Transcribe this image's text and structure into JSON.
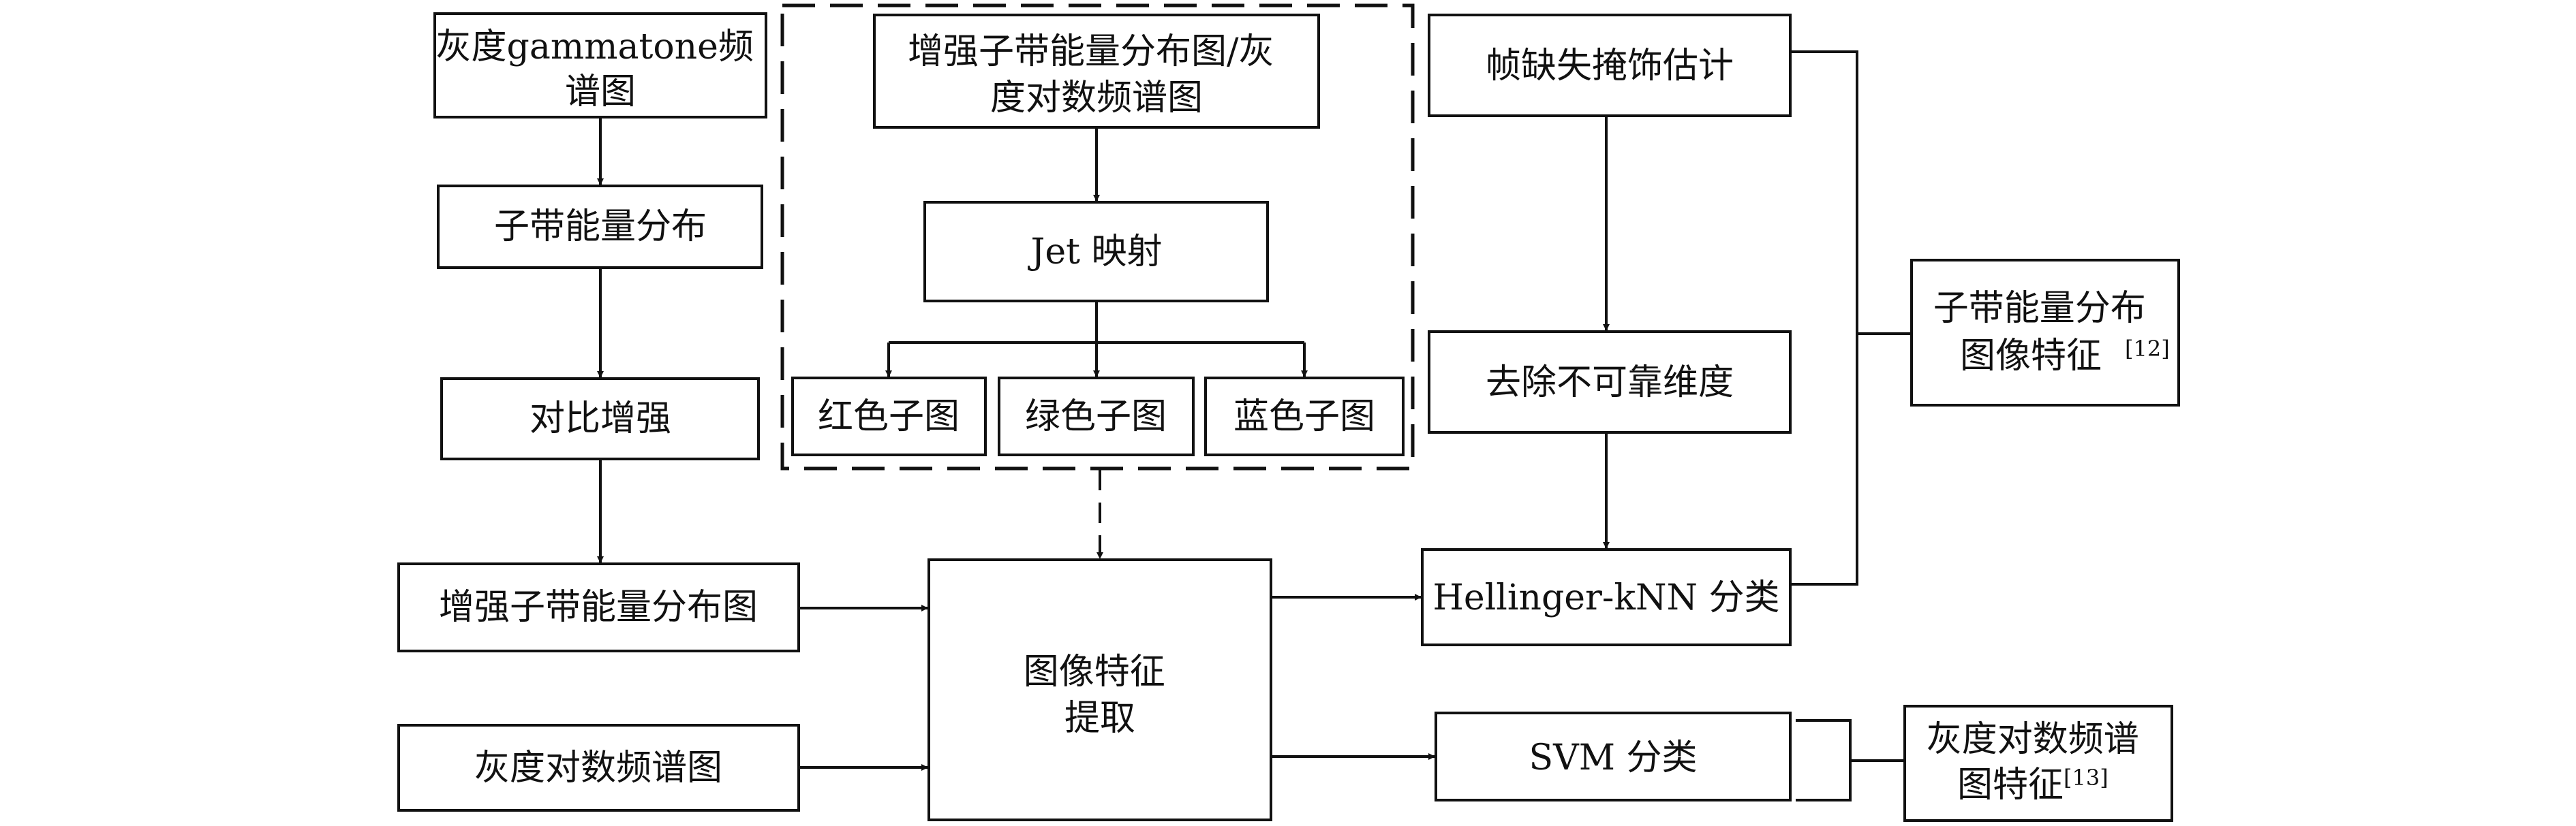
{
  "nodes": {
    "gray_gammatone": [
      "灰度gammatone频",
      "谱图"
    ],
    "subband_energy": [
      "子带能量分布"
    ],
    "contrast_enhance": [
      "对比增强"
    ],
    "enhanced_dist_map": [
      "增强子带能量分布图"
    ],
    "gray_log_spec": [
      "灰度对数频谱图"
    ],
    "enh_or_log": [
      "增强子带能量分布图/灰",
      "度对数频谱图"
    ],
    "jet_map": [
      "Jet 映射"
    ],
    "red_sub": [
      "红色子图"
    ],
    "green_sub": [
      "绿色子图"
    ],
    "blue_sub": [
      "蓝色子图"
    ],
    "img_feature_extract": [
      "图像特征",
      "提取"
    ],
    "frame_mask_est": [
      "帧缺失掩饰估计"
    ],
    "remove_unreliable": [
      "去除不可靠维度"
    ],
    "hellinger_knn": [
      "Hellinger-kNN 分类"
    ],
    "svm": [
      "SVM 分类"
    ],
    "subband_feature": [
      "子带能量分布",
      "图像特征"
    ],
    "subband_feature_ref": "[12]",
    "log_spec_feature": [
      "灰度对数频谱",
      "图特征"
    ],
    "log_spec_feature_ref": "[13]"
  },
  "colors": {
    "line": "#111111",
    "background": "#ffffff"
  }
}
